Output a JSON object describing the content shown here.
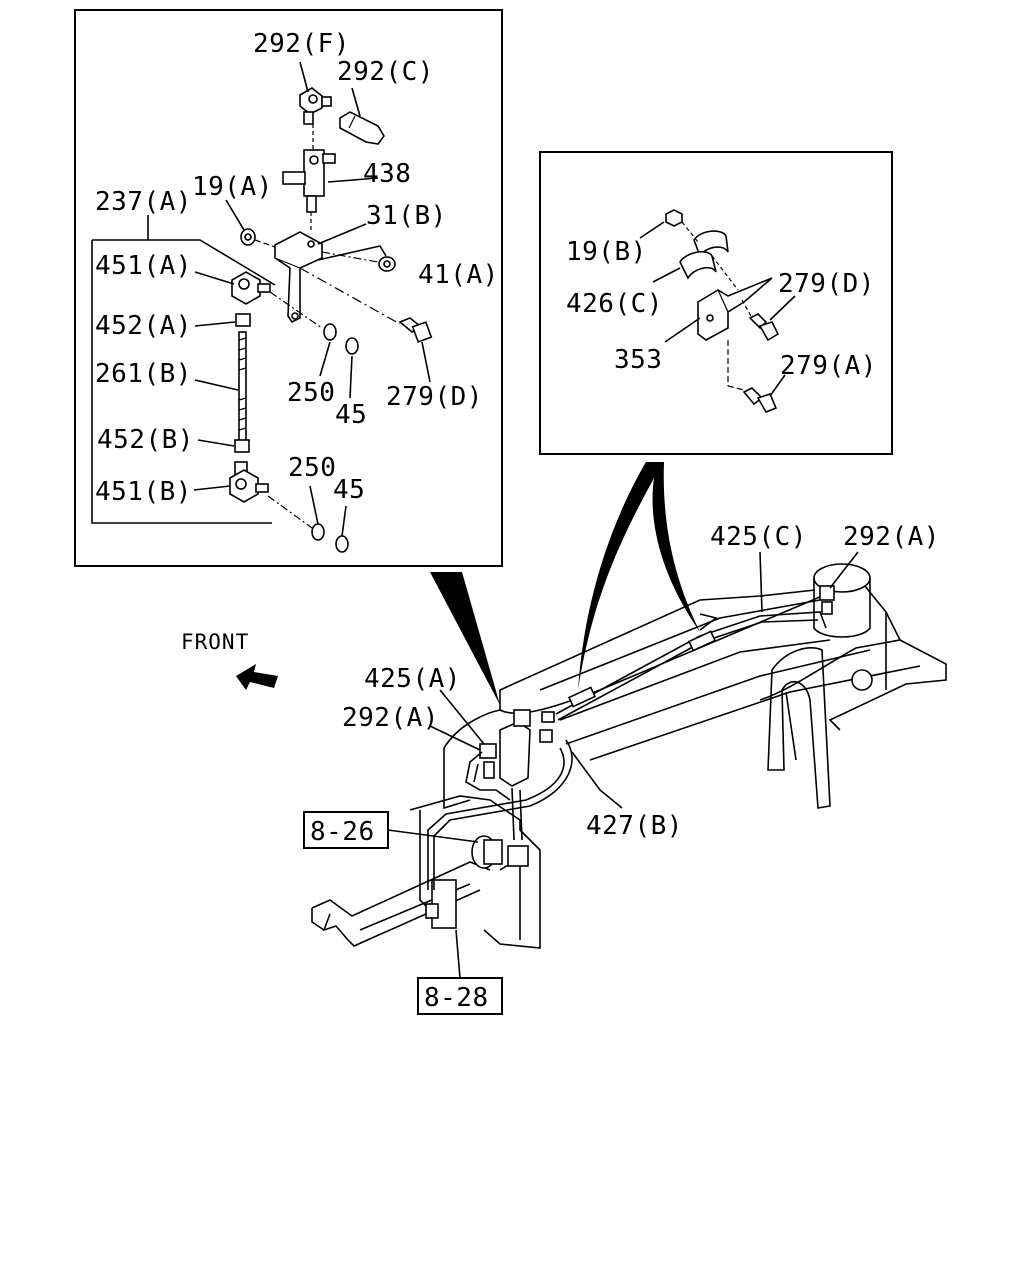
{
  "figure": {
    "type": "parts-diagram",
    "direction_label": "FRONT",
    "inset_left": {
      "labels": {
        "p292F": "292(F)",
        "p292C": "292(C)",
        "p438": "438",
        "p19A": "19(A)",
        "p237A": "237(A)",
        "p31B": "31(B)",
        "p41A": "41(A)",
        "p451A": "451(A)",
        "p452A": "452(A)",
        "p261B": "261(B)",
        "p452B": "452(B)",
        "p451B": "451(B)",
        "p250a": "250",
        "p45a": "45",
        "p279D": "279(D)",
        "p250b": "250",
        "p45b": "45"
      }
    },
    "inset_right": {
      "labels": {
        "p19B": "19(B)",
        "p426C": "426(C)",
        "p353": "353",
        "p279D": "279(D)",
        "p279A": "279(A)"
      }
    },
    "main": {
      "labels": {
        "p425C": "425(C)",
        "p292A_r": "292(A)",
        "p425A": "425(A)",
        "p292A_l": "292(A)",
        "p427B": "427(B)",
        "ref826": "8-26",
        "ref828": "8-28"
      }
    }
  }
}
